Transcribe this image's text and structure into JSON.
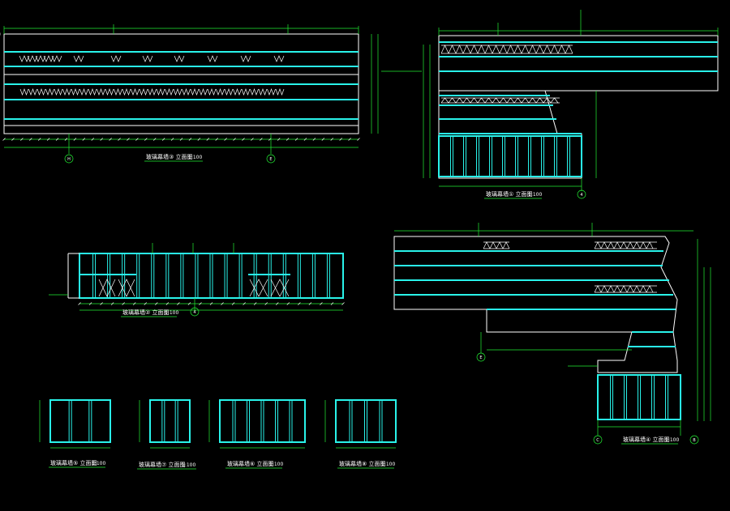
{
  "drawing": {
    "colors": {
      "background": "#000000",
      "glass": "#29f3ea",
      "wall": "#ffffff",
      "dimension": "#22ee33",
      "title_underline": "#22ee33"
    },
    "titles": [
      {
        "id": "t1",
        "text": "玻璃幕墙③ 立面图",
        "scale": "1:100"
      },
      {
        "id": "t2",
        "text": "玻璃幕墙① 立面图",
        "scale": "1:100"
      },
      {
        "id": "t3",
        "text": "玻璃幕墙② 立面图",
        "scale": "1:100"
      },
      {
        "id": "t4",
        "text": "玻璃幕墙④ 立面图",
        "scale": "1:100"
      },
      {
        "id": "t5",
        "text": "玻璃幕墙⑤ 立面图",
        "scale": "1:100"
      },
      {
        "id": "t6",
        "text": "玻璃幕墙⑦ 立面图",
        "scale": "1:100"
      },
      {
        "id": "t7",
        "text": "玻璃幕墙⑥ 立面图",
        "scale": "1:100"
      },
      {
        "id": "t8",
        "text": "玻璃幕墙⑧ 立面图",
        "scale": "1:100"
      }
    ],
    "axis_markers": [
      {
        "id": "m1",
        "label": "H"
      },
      {
        "id": "m2",
        "label": "E"
      },
      {
        "id": "m3",
        "label": "4"
      },
      {
        "id": "m4",
        "label": "4"
      },
      {
        "id": "m5",
        "label": "E"
      },
      {
        "id": "m6",
        "label": "C"
      },
      {
        "id": "m7",
        "label": "B"
      }
    ]
  }
}
